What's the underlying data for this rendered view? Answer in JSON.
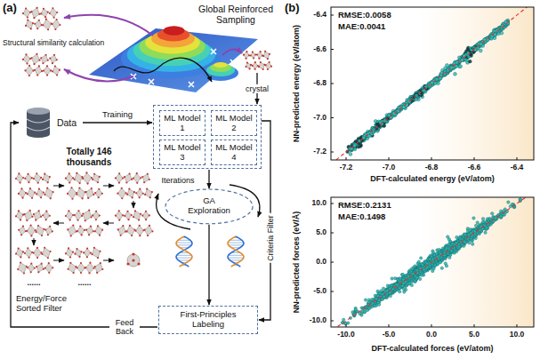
{
  "diagram": {
    "nodes": [
      {
        "text": [
          "Data"
        ]
      },
      {
        "text": []
      },
      {
        "text": [
          "ML Model 1"
        ],
        "in": 1
      },
      {
        "text": [
          "ML Model 2"
        ],
        "in": 1
      },
      {
        "text": [
          "ML Model 3"
        ],
        "in": 1
      },
      {
        "text": [
          "ML Model 4"
        ],
        "in": 1
      },
      {
        "text": [
          "GA Exploration"
        ]
      },
      {
        "text": [
          "First-Principles Labeling"
        ]
      }
    ],
    "edges": [
      {
        "from": 0,
        "to": 1,
        "label": "Training",
        "arrow": "to"
      },
      {
        "from": 1,
        "to": 6,
        "arrow": "to"
      },
      {
        "from": 1,
        "to": 7,
        "label": "Criteria Filter",
        "arrow": "to"
      },
      {
        "from": 6,
        "to": 7,
        "arrow": "to"
      },
      {
        "from": 7,
        "to": 0,
        "label": "Feed Back",
        "arrow": "to"
      }
    ],
    "labels": [
      "(a)",
      "Structural similarity calculation",
      "Global Reinforced Sampling",
      "crystal",
      "Totally 146 thousands",
      "Iterations",
      "Energy/Force Sorted Filter",
      "......",
      "......",
      "(b)",
      "RMSE:0.0058",
      "MAE:0.0041",
      "NN-predicted energy (eV/atom)",
      "DFT-calculated energy (eV/atom)",
      "-6.4",
      "-6.6",
      "-6.8",
      "-7.0",
      "-7.2",
      "-7.2",
      "-7.0",
      "-6.8",
      "-6.6",
      "-6.4",
      "RMSE:0.2131",
      "MAE:0.1498",
      "NN-predicted forces (eV/Å)",
      "DFT-calculated forces (eV/atom)",
      "10.0",
      "5.0",
      "0.0",
      "-5.0",
      "-10.0",
      "-10.0",
      "-5.0",
      "0.0",
      "5.0",
      "10.0"
    ]
  }
}
